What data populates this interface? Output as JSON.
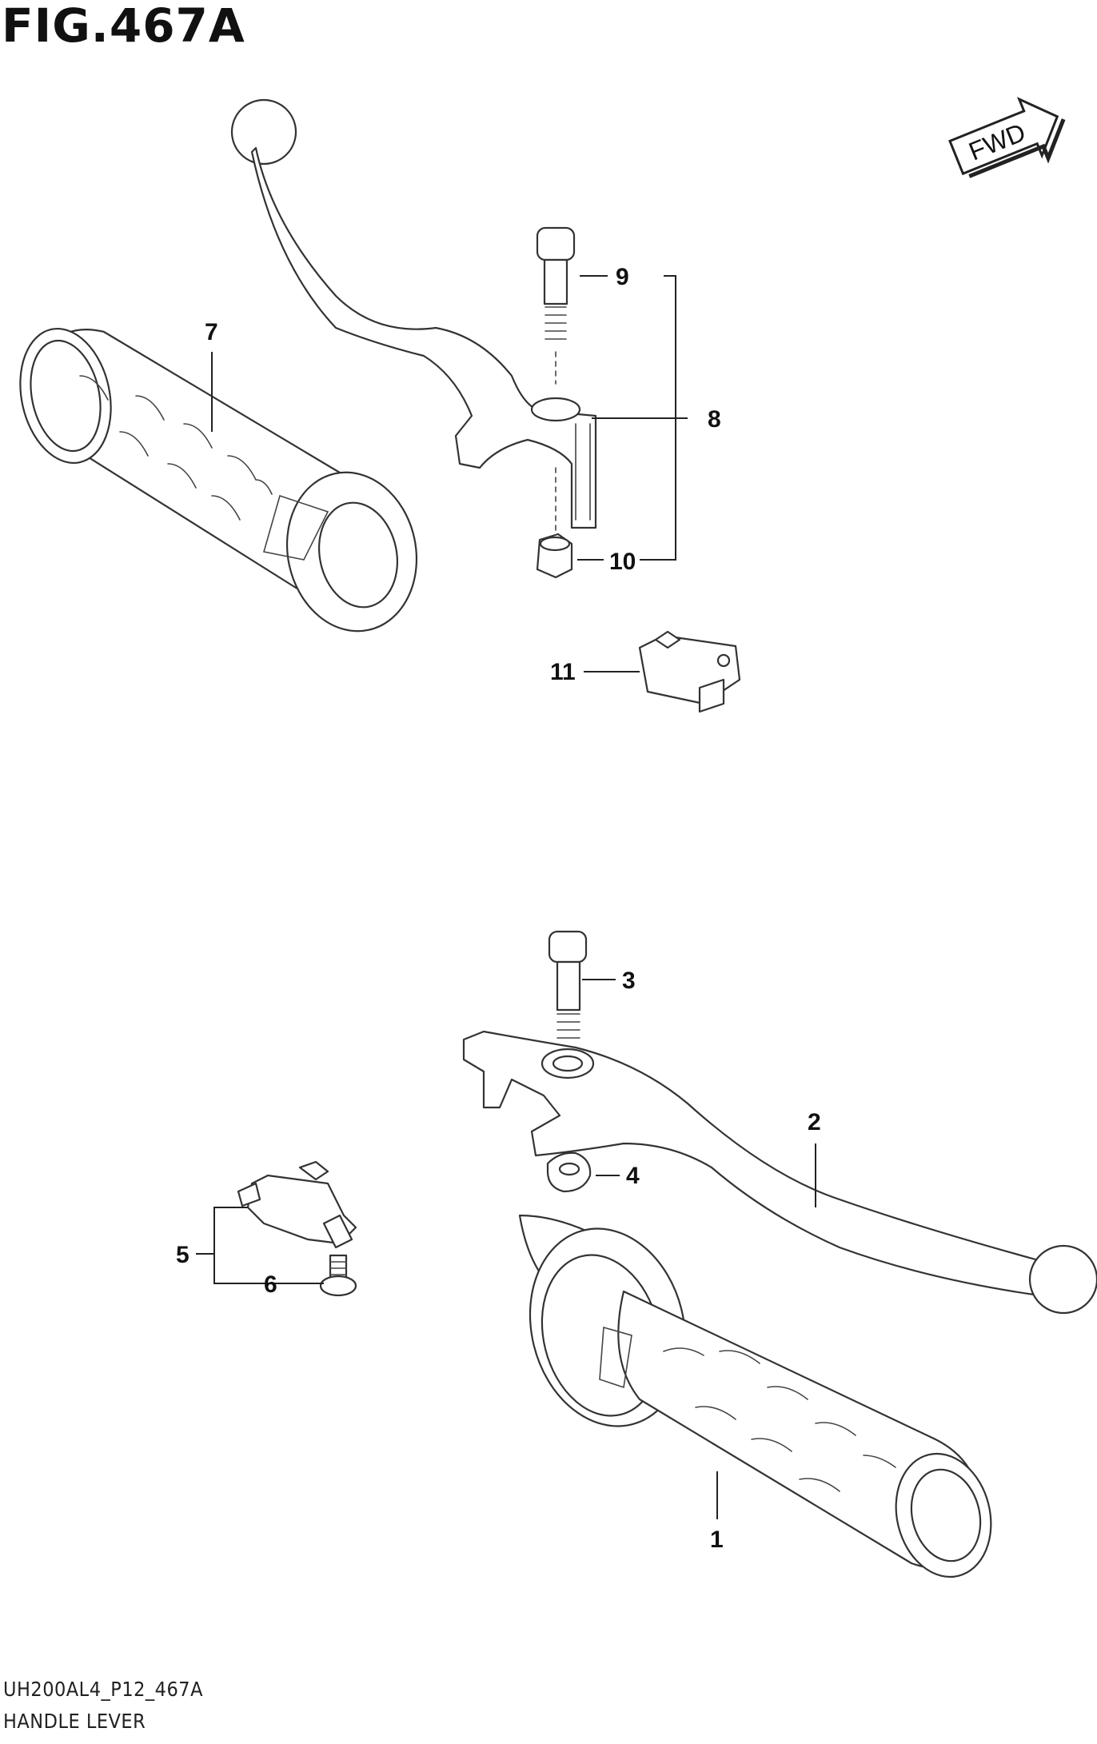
{
  "figure": {
    "title": "FIG.467A",
    "model_code": "UH200AL4_P12_467A",
    "name": "HANDLE LEVER"
  },
  "direction_badge": {
    "text": "FWD"
  },
  "callouts": [
    {
      "id": "c1",
      "label": "1"
    },
    {
      "id": "c2",
      "label": "2"
    },
    {
      "id": "c3",
      "label": "3"
    },
    {
      "id": "c4",
      "label": "4"
    },
    {
      "id": "c5",
      "label": "5"
    },
    {
      "id": "c6",
      "label": "6"
    },
    {
      "id": "c7",
      "label": "7"
    },
    {
      "id": "c8",
      "label": "8"
    },
    {
      "id": "c9",
      "label": "9"
    },
    {
      "id": "c10",
      "label": "10"
    },
    {
      "id": "c11",
      "label": "11"
    }
  ]
}
